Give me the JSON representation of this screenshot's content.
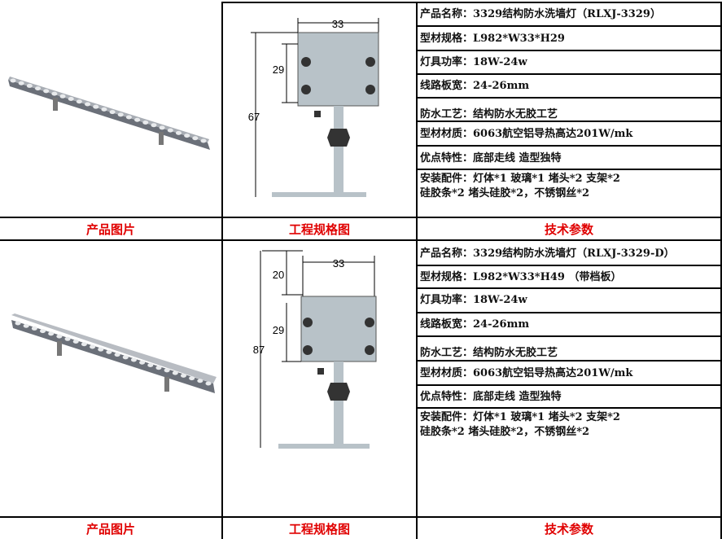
{
  "products": [
    {
      "image_caption": "产品图片",
      "drawing_caption": "工程规格图",
      "specs_caption": "技术参数",
      "dimensions": {
        "width": "33",
        "height_upper": "29",
        "total": "67"
      },
      "specs": [
        "产品名称：3329结构防水洗墙灯（RLXJ-3329）",
        "型材规格：L982*W33*H29",
        "灯具功率：18W-24w",
        "线路板宽：24-26mm",
        "防水工艺：结构防水无胶工艺",
        "型材材质：6063航空铝导热高达201W/mk",
        "优点特性：底部走线 造型独特",
        "安装配件：灯体*1 玻璃*1 堵头*2 支架*2",
        "硅胶条*2 堵头硅胶*2，不锈钢丝*2"
      ]
    },
    {
      "image_caption": "产品图片",
      "drawing_caption": "工程规格图",
      "specs_caption": "技术参数",
      "dimensions": {
        "width": "33",
        "height_shield": "20",
        "height_upper": "29",
        "total": "87"
      },
      "specs": [
        "产品名称：3329结构防水洗墙灯（RLXJ-3329-D）",
        "型材规格：L982*W33*H49 （带档板）",
        "灯具功率：18W-24w",
        "线路板宽：24-26mm",
        "防水工艺：结构防水无胶工艺",
        "型材材质：6063航空铝导热高达201W/mk",
        "优点特性：底部走线 造型独特",
        "安装配件：灯体*1 玻璃*1 堵头*2 支架*2",
        "硅胶条*2 堵头硅胶*2，不锈钢丝*2"
      ]
    }
  ]
}
